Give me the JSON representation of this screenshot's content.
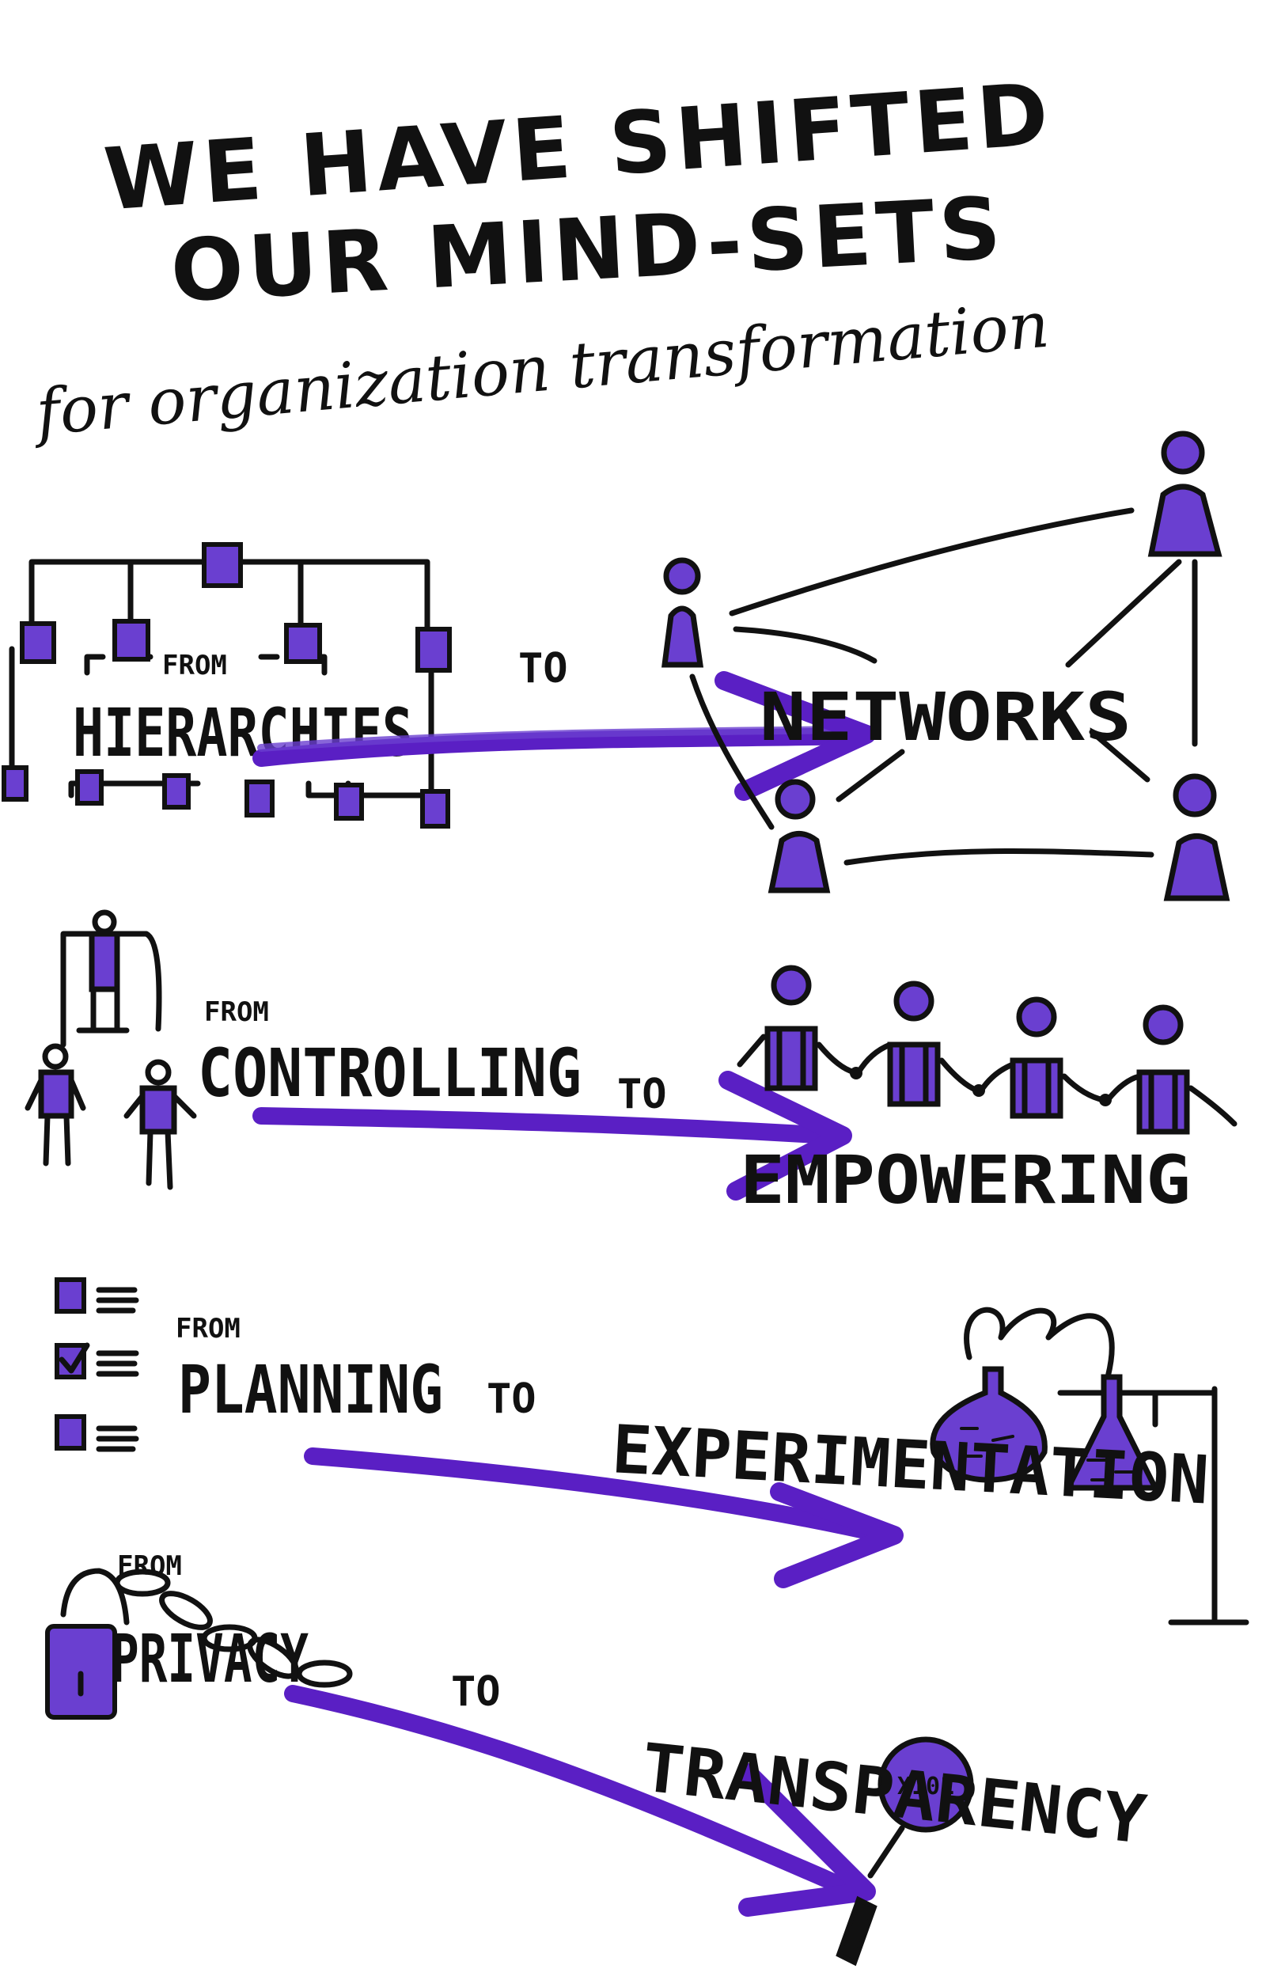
{
  "title": {
    "line1": "WE HAVE SHIFTED",
    "line2": "OUR MIND-SETS",
    "subtitle": "for organization transformation"
  },
  "accent_color": "#6a3fd0",
  "arrow_color": "#5a1fc4",
  "ink_color": "#111111",
  "shifts": [
    {
      "from_label": "FROM",
      "from": "HIERARCHIES",
      "to_label": "TO",
      "to": "NETWORKS",
      "from_icon": "org-chart-icon",
      "to_icon": "people-network-icon"
    },
    {
      "from_label": "FROM",
      "from": "CONTROLLING",
      "to_label": "TO",
      "to": "EMPOWERING",
      "from_icon": "puppet-icon",
      "to_icon": "holding-hands-people-icon"
    },
    {
      "from_label": "FROM",
      "from": "PLANNING",
      "to_label": "TO",
      "to": "EXPERIMENTATION",
      "from_icon": "checklist-icon",
      "to_icon": "lab-flasks-icon"
    },
    {
      "from_label": "FROM",
      "from": "PRIVACY",
      "to_label": "TO",
      "to": "TRANSPARENCY",
      "from_icon": "padlock-chain-icon",
      "to_icon": "magnifying-glass-icon",
      "lens_text": "X101"
    }
  ]
}
